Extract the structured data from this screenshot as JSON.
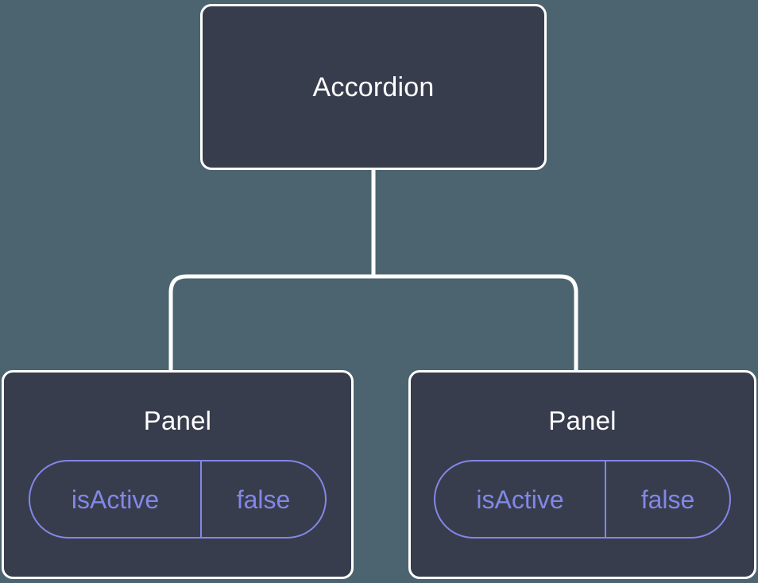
{
  "diagram": {
    "type": "component-tree",
    "background_color": "#4c6470",
    "node_fill_color": "#383d4d",
    "node_border_color": "#ffffff",
    "node_title_color": "#ffffff",
    "state_badge_color": "#8287e8",
    "connector_color": "#ffffff",
    "root": {
      "title": "Accordion"
    },
    "children": [
      {
        "title": "Panel",
        "state": {
          "key": "isActive",
          "value": "false"
        }
      },
      {
        "title": "Panel",
        "state": {
          "key": "isActive",
          "value": "false"
        }
      }
    ]
  }
}
